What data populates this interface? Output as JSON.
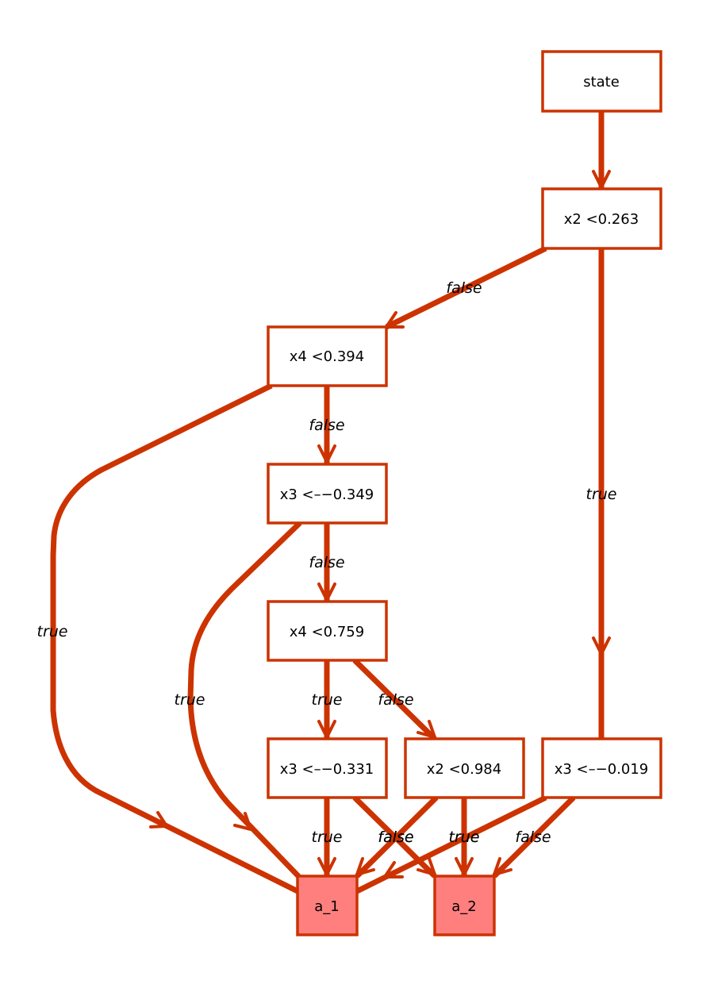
{
  "colors": {
    "edge": "#cc3300",
    "node_border": "#cc3300",
    "node_fill": "#ffffff",
    "leaf_fill": "#ff7f7f",
    "text": "#000000"
  },
  "nodes": {
    "state": "state",
    "n1": "x2 <0.263",
    "n2": "x4 <0.394",
    "n3": "x3 <–−0.349",
    "n4": "x4 <0.759",
    "n5": "x3 <–−0.331",
    "n6": "x2 <0.984",
    "n7": "x3 <–−0.019",
    "a1": "a_1",
    "a2": "a_2"
  },
  "edge_labels": {
    "n1_n2": "false",
    "n1_n7": "true",
    "n2_n3": "false",
    "n2_a1": "true",
    "n3_n4": "false",
    "n3_a1": "true",
    "n4_n5": "true",
    "n4_n6": "false",
    "n5_a1": "true",
    "n5_a2": "false",
    "n6_a1": "false",
    "n6_a2": "true",
    "n7_a1": "true",
    "n7_a2": "false"
  }
}
